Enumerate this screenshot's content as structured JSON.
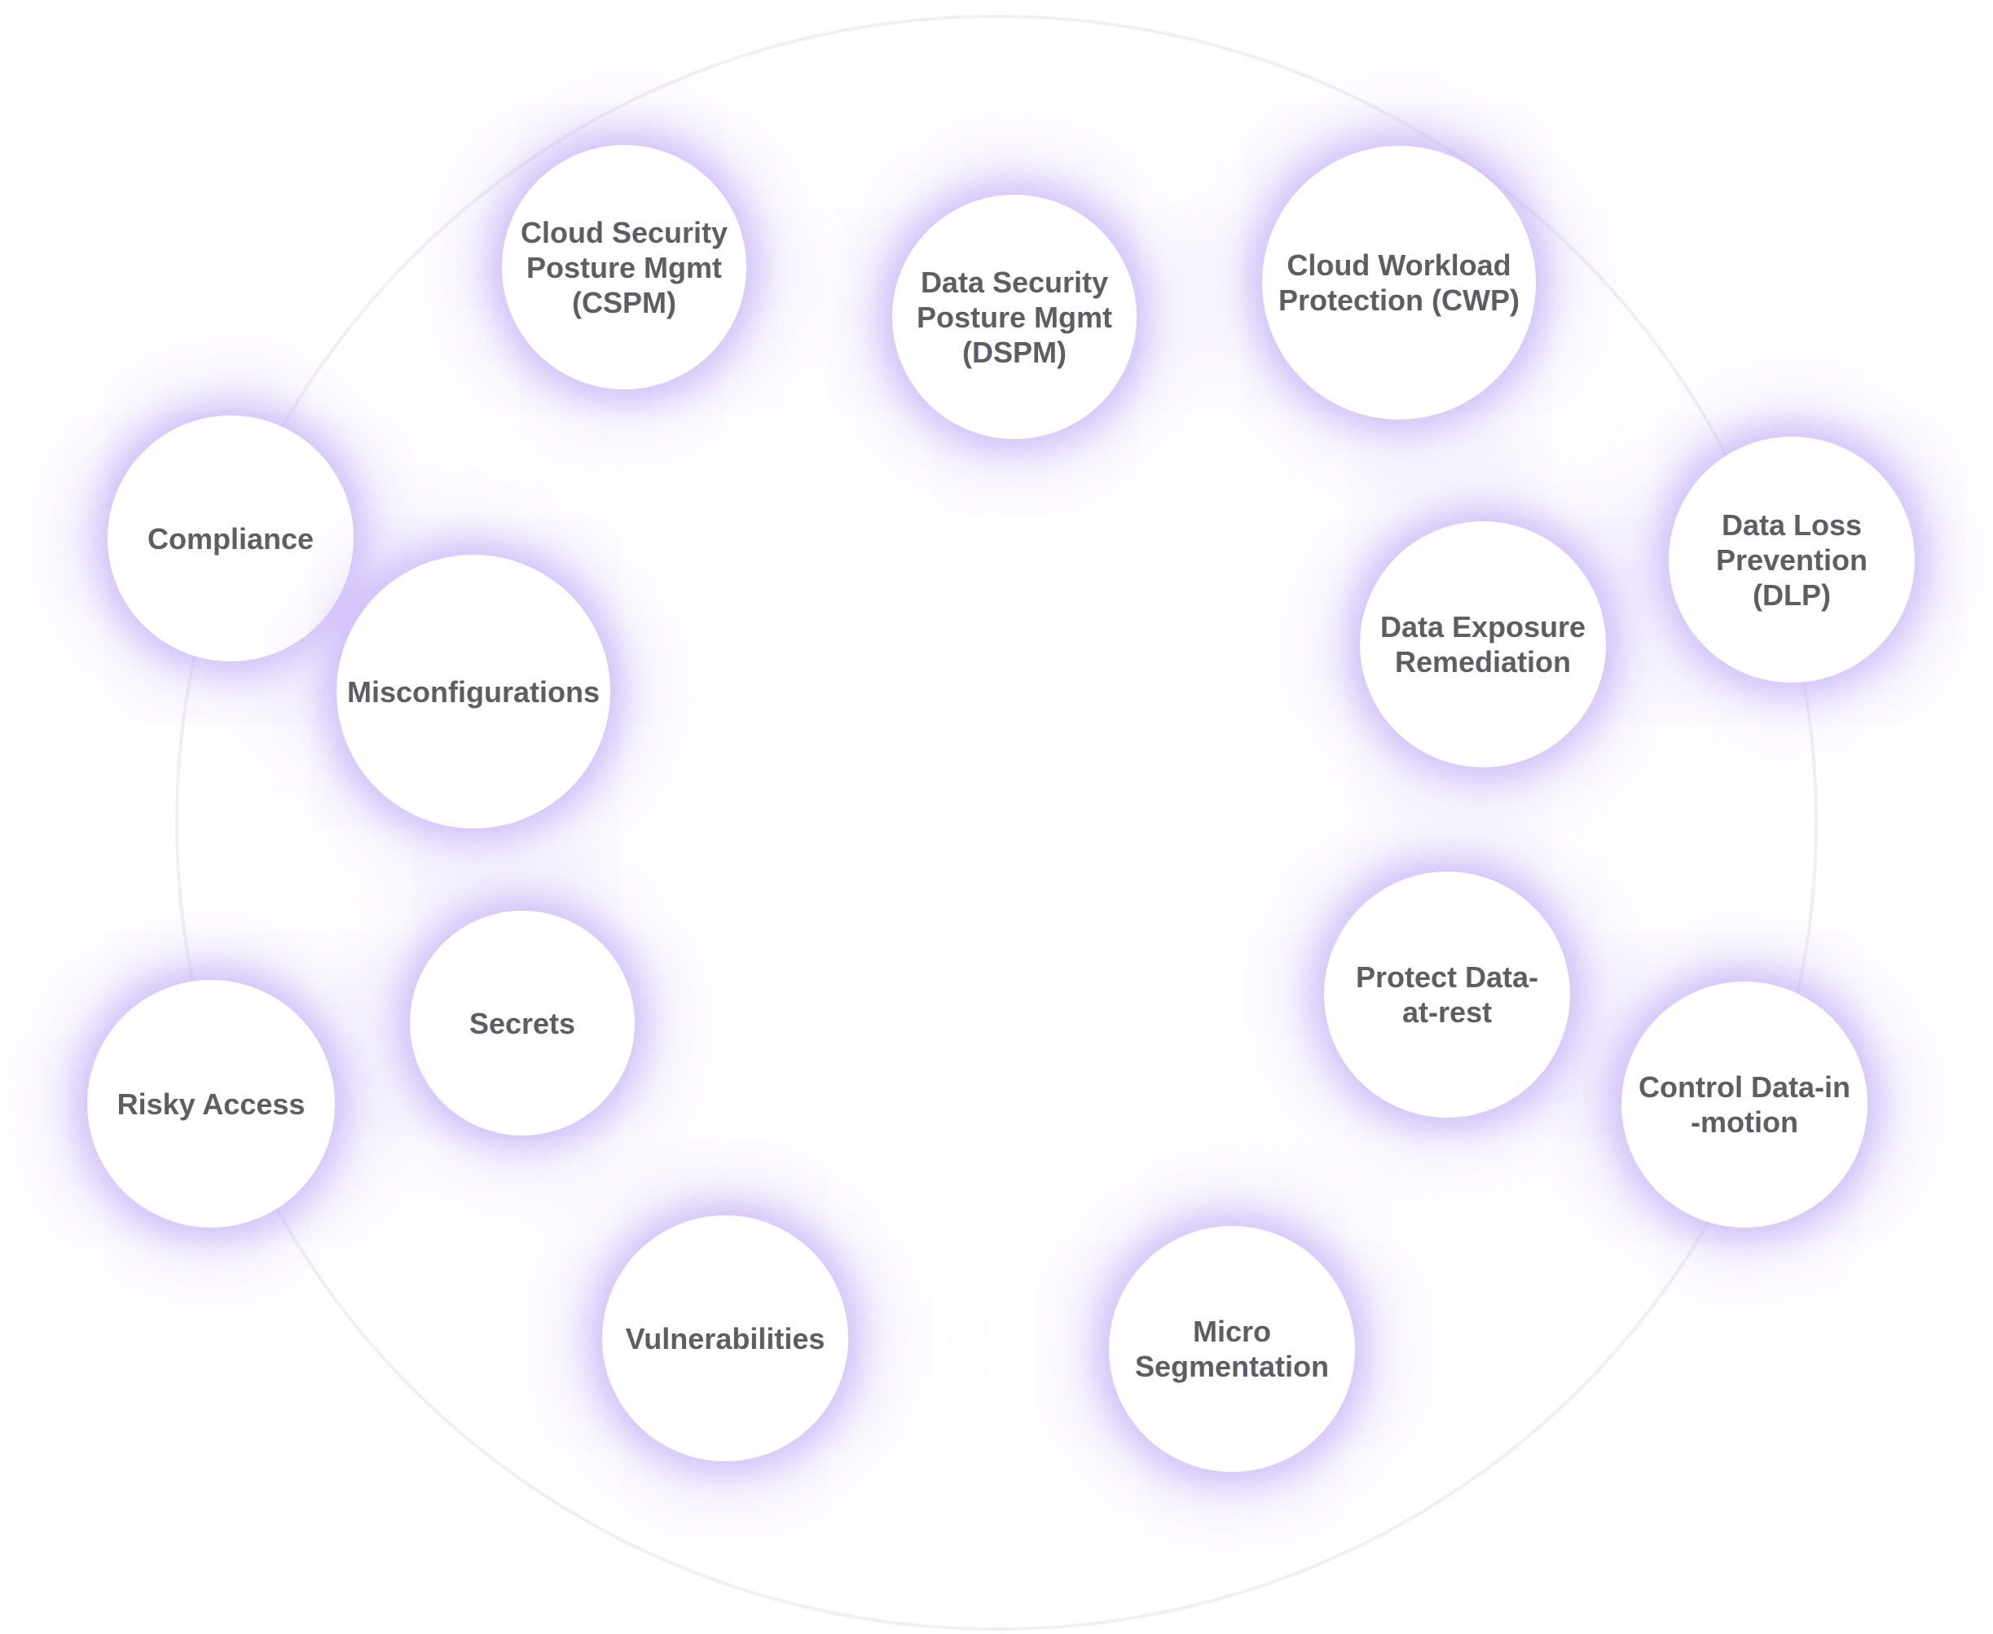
{
  "diagram": {
    "type": "capability-ring",
    "colors": {
      "background": "#ffffff",
      "bubble_fill": "#ffffff",
      "bubble_glow": "#baa0f6",
      "label_text": "#5d5d63",
      "ring_stroke": "#f1eff4"
    },
    "nodes": [
      {
        "id": "cspm",
        "label": "Cloud Security\nPosture Mgmt\n(CSPM)"
      },
      {
        "id": "dspm",
        "label": "Data Security\nPosture Mgmt\n(DSPM)"
      },
      {
        "id": "cwp",
        "label": "Cloud Workload\nProtection (CWP)"
      },
      {
        "id": "compliance",
        "label": "Compliance"
      },
      {
        "id": "misconfigurations",
        "label": "Misconfigurations"
      },
      {
        "id": "dlp",
        "label": "Data Loss\nPrevention (DLP)"
      },
      {
        "id": "data-exposure-remediation",
        "label": "Data Exposure\nRemediation"
      },
      {
        "id": "protect-data-at-rest",
        "label": "Protect Data-\nat-rest"
      },
      {
        "id": "control-data-in-motion",
        "label": "Control Data-in\n-motion"
      },
      {
        "id": "secrets",
        "label": "Secrets"
      },
      {
        "id": "risky-access",
        "label": "Risky Access"
      },
      {
        "id": "vulnerabilities",
        "label": "Vulnerabilities"
      },
      {
        "id": "micro-segmentation",
        "label": "Micro\nSegmentation"
      }
    ]
  }
}
